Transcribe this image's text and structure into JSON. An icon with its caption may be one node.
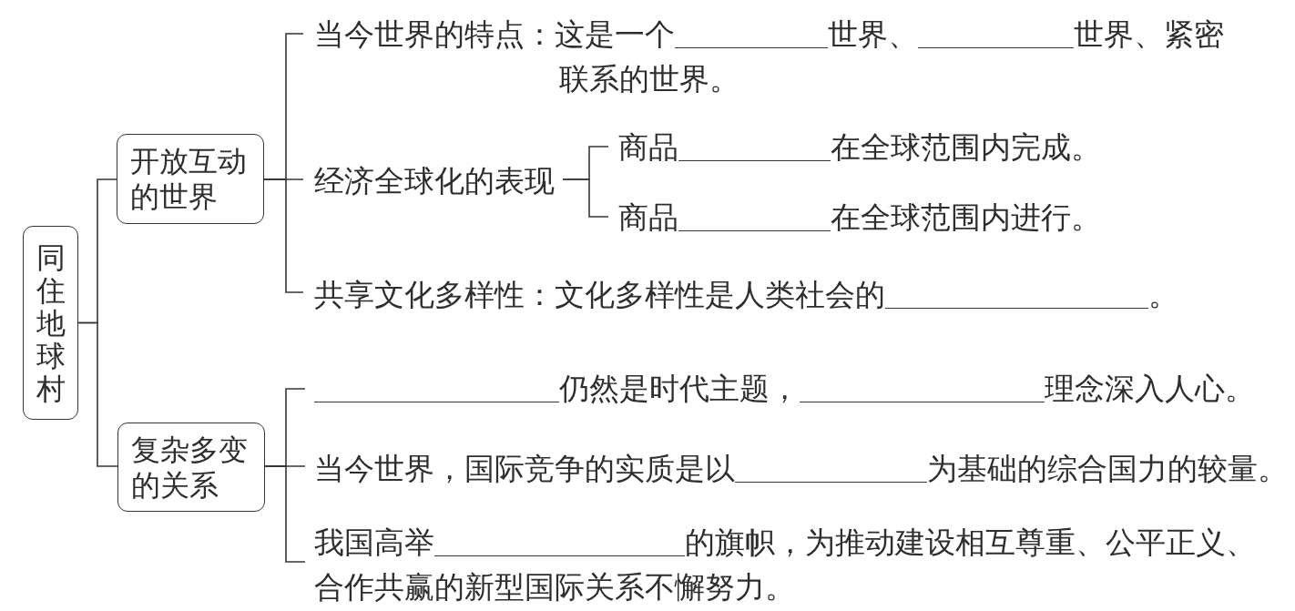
{
  "diagram": {
    "nodes": [
      {
        "text": [
          "同住地球村"
        ]
      },
      {
        "text": [
          "开放互动的世界"
        ]
      },
      {
        "text": [
          "当今世界的特点：这是一个",
          "世界、",
          "世界、紧密联系的世界。"
        ]
      },
      {
        "text": [
          "经济全球化的表现"
        ]
      },
      {
        "text": [
          "商品",
          "在全球范围内完成。"
        ]
      },
      {
        "text": [
          "商品",
          "在全球范围内进行。"
        ]
      },
      {
        "text": [
          "共享文化多样性：文化多样性是人类社会的",
          "。"
        ]
      },
      {
        "text": [
          "复杂多变的关系"
        ]
      },
      {
        "text": [
          "仍然是时代主题，",
          "理念深入人心。"
        ]
      },
      {
        "text": [
          "当今世界，国际竞争的实质是以",
          "为基础的综合国力的较量。"
        ]
      },
      {
        "text": [
          "我国高举",
          "的旗帜，为推动建设相互尊重、公平正义、合作共赢的新型国际关系不懈努力。"
        ]
      }
    ],
    "edges": [
      {
        "from": 0,
        "to": 1,
        "arrow": "none"
      },
      {
        "from": 0,
        "to": 7,
        "arrow": "none"
      },
      {
        "from": 1,
        "to": 2,
        "arrow": "none"
      },
      {
        "from": 1,
        "to": 3,
        "arrow": "none"
      },
      {
        "from": 1,
        "to": 6,
        "arrow": "none"
      },
      {
        "from": 3,
        "to": 4,
        "arrow": "none"
      },
      {
        "from": 3,
        "to": 5,
        "arrow": "none"
      },
      {
        "from": 7,
        "to": 8,
        "arrow": "none"
      },
      {
        "from": 7,
        "to": 9,
        "arrow": "none"
      },
      {
        "from": 7,
        "to": 10,
        "arrow": "none"
      }
    ]
  }
}
